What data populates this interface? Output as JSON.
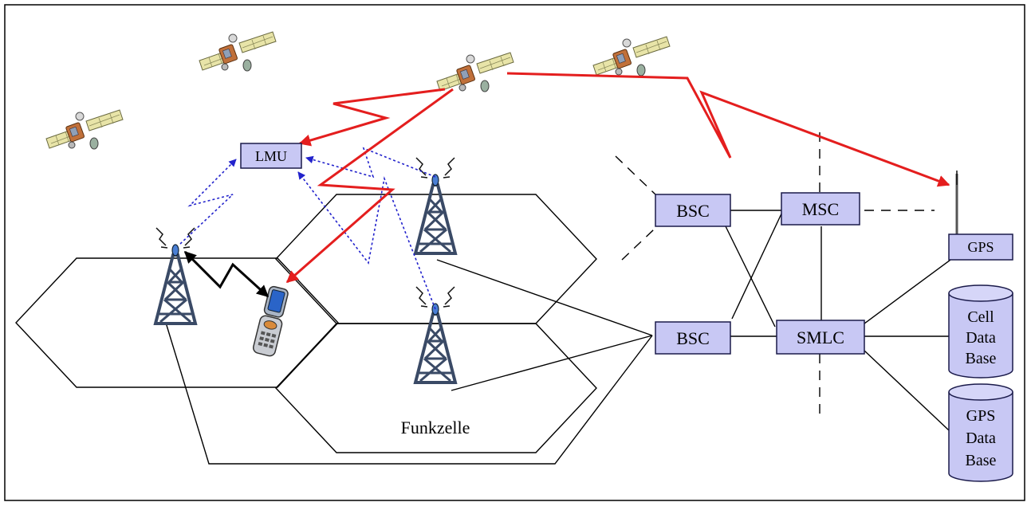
{
  "labels": {
    "lmu": "LMU",
    "bsc_top": "BSC",
    "bsc_bottom": "BSC",
    "msc": "MSC",
    "smlc": "SMLC",
    "gps": "GPS",
    "cell_db": [
      "Cell",
      "Data",
      "Base"
    ],
    "gps_db": [
      "GPS",
      "Data",
      "Base"
    ],
    "funkzelle": "Funkzelle"
  },
  "colors": {
    "box_fill": "#c8c8f4",
    "box_stroke": "#1a1a4a",
    "signal_red": "#e41e1e",
    "signal_blue": "#2222cc",
    "tower_fill": "#3a4a66",
    "line": "#000000"
  },
  "icons": [
    "satellite-icon",
    "antenna-tower-icon",
    "mobile-phone-icon",
    "gps-antenna-icon",
    "database-cylinder-icon"
  ]
}
